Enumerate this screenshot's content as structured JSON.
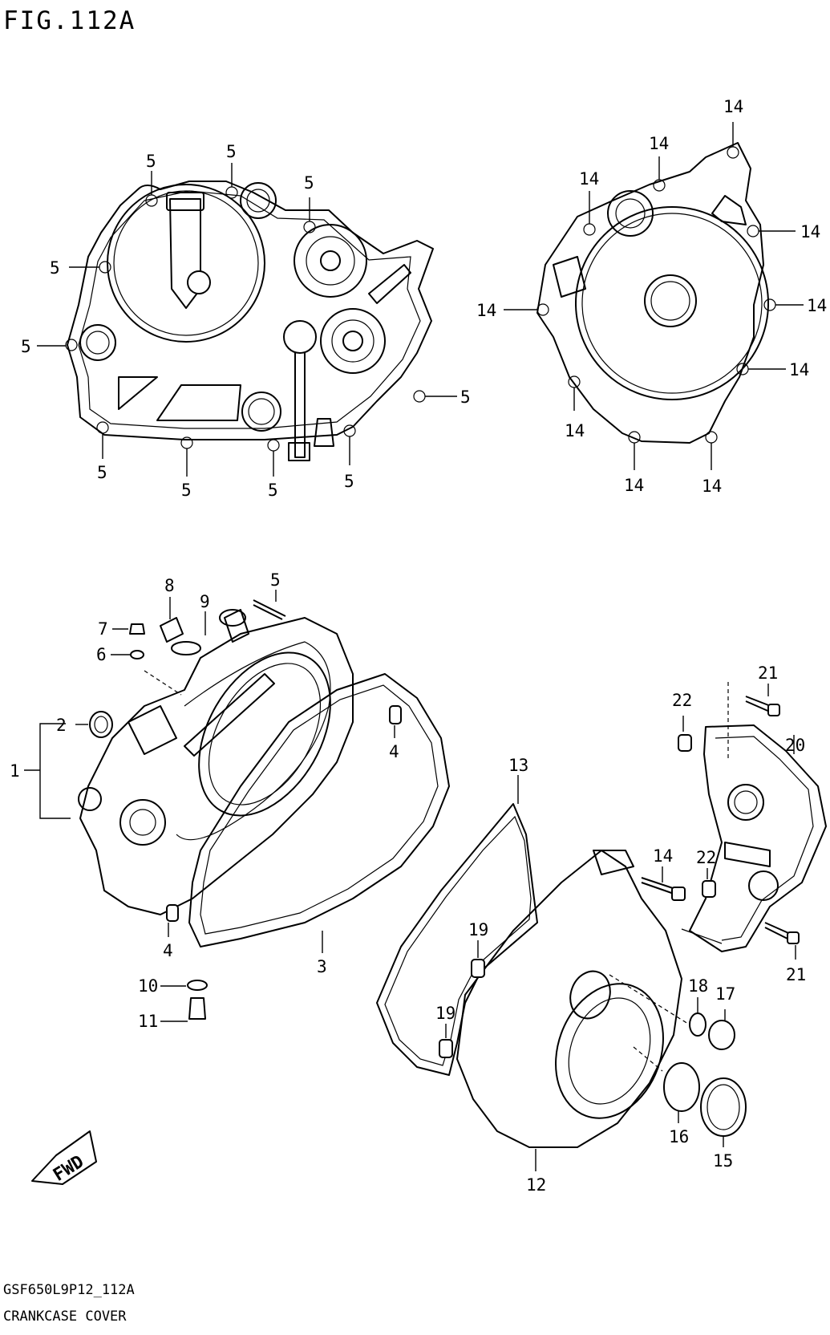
{
  "figure": {
    "title": "FIG.112A",
    "code": "GSF650L9P12_112A",
    "name": "CRANKCASE COVER",
    "fwd_badge": "FWD"
  },
  "labels": {
    "n1": "1",
    "n2": "2",
    "n3": "3",
    "n4": "4",
    "n5": "5",
    "n6": "6",
    "n7": "7",
    "n8": "8",
    "n9": "9",
    "n10": "10",
    "n11": "11",
    "n12": "12",
    "n13": "13",
    "n14": "14",
    "n15": "15",
    "n16": "16",
    "n17": "17",
    "n18": "18",
    "n19": "19",
    "n20": "20",
    "n21": "21",
    "n22": "22"
  }
}
